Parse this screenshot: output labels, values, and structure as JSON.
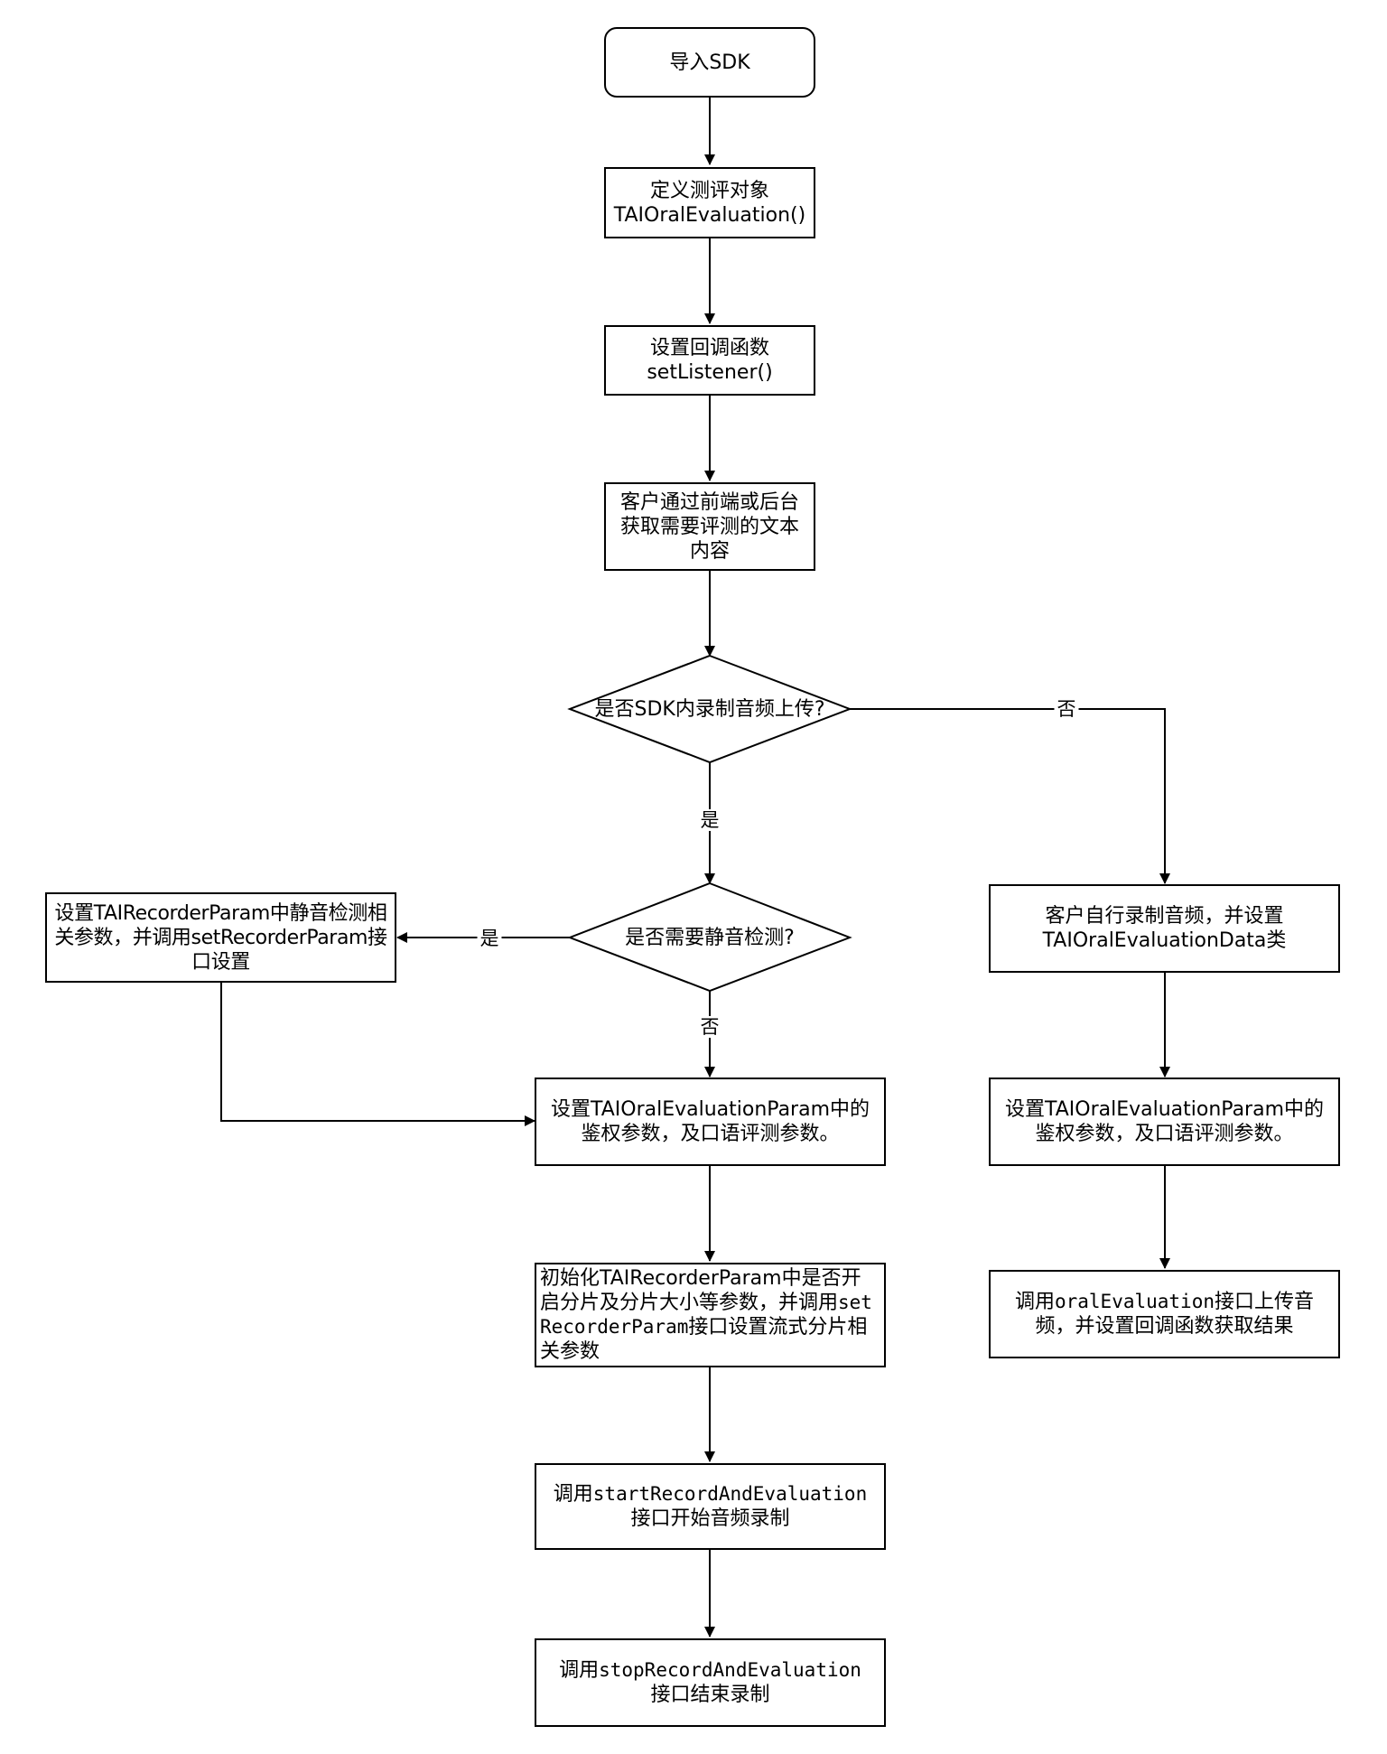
{
  "nodes": {
    "import_sdk": "导入SDK",
    "define_object": {
      "line1": "定义测评对象",
      "line2": "TAIOralEvaluation()"
    },
    "set_listener": {
      "line1": "设置回调函数",
      "line2": "setListener()"
    },
    "get_text": "客户通过前端或后台获取需要评测的文本内容",
    "decision_record": "是否SDK内录制音频上传?",
    "decision_silence": "是否需要静音检测?",
    "silence_params": "设置TAIRecorderParam中静音检测相关参数，并调用setRecorderParam接口设置",
    "custom_record": {
      "line1": "客户自行录制音频，并设置",
      "line2": "TAIOralEvaluationData类"
    },
    "auth_params_left": "设置TAIOralEvaluationParam中的鉴权参数，及口语评测参数。",
    "auth_params_right": "设置TAIOralEvaluationParam中的鉴权参数，及口语评测参数。",
    "init_recorder": {
      "prefix": "初始化TAIRecorderParam中是否开启分片及分片大小等参数，并调用",
      "code": "setRecorderParam",
      "suffix": "接口设置流式分片相关参数"
    },
    "oral_eval": {
      "prefix": "调用",
      "code": "oralEvaluation",
      "suffix": "接口上传音频，并设置回调函数获取结果"
    },
    "start_record": {
      "prefix": "调用",
      "code": "startRecordAndEvaluation",
      "line2": "接口开始音频录制"
    },
    "stop_record": {
      "prefix": "调用",
      "code": "stopRecordAndEvaluation",
      "line2": "接口结束录制"
    }
  },
  "edge_labels": {
    "no_record": "否",
    "yes_record": "是",
    "yes_silence": "是",
    "no_silence": "否"
  },
  "colors": {
    "line": "#000000",
    "background": "#ffffff"
  }
}
